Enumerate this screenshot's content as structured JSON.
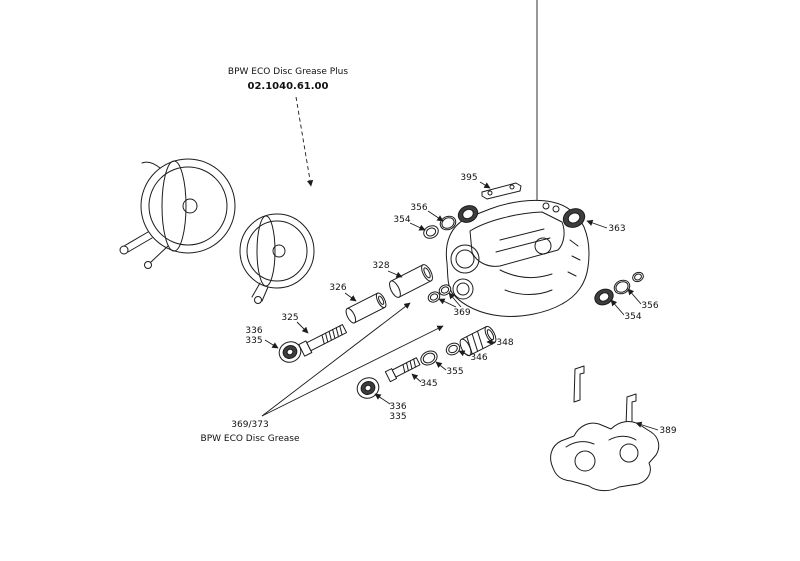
{
  "diagram": {
    "kind": "exploded-parts-diagram",
    "top_note": {
      "line1": "BPW ECO Disc Grease Plus",
      "line2": "02.1040.61.00"
    },
    "bottom_note": {
      "line1": "369/373",
      "line2": "BPW ECO Disc Grease"
    },
    "part_labels": {
      "p395": "395",
      "p356_upper": "356",
      "p354_upper": "354",
      "p363": "363",
      "p328": "328",
      "p326": "326",
      "p325": "325",
      "p336_upper": "336",
      "p335_upper": "335",
      "p369": "369",
      "p348": "348",
      "p346": "346",
      "p355": "355",
      "p345": "345",
      "p336_lower": "336",
      "p335_lower": "335",
      "p356_right": "356",
      "p354_right": "354",
      "p389": "389"
    },
    "colors": {
      "line": "#1c1c1c",
      "background": "#ffffff",
      "shaded_part": "#3d3d3d"
    }
  }
}
